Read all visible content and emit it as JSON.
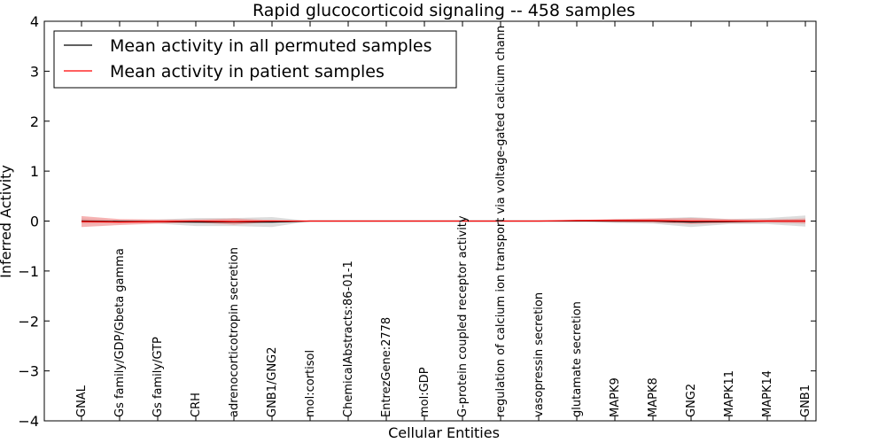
{
  "chart_data": {
    "type": "line",
    "title": "Rapid glucocorticoid signaling -- 458 samples",
    "xlabel": "Cellular Entities",
    "ylabel": "Inferred Activity",
    "ylim": [
      -4,
      4
    ],
    "yticks": [
      -4,
      -3,
      -2,
      -1,
      0,
      1,
      2,
      3,
      4
    ],
    "ytick_labels": [
      "−4",
      "−3",
      "−2",
      "−1",
      "0",
      "1",
      "2",
      "3",
      "4"
    ],
    "grid": false,
    "legend_position": "top-left",
    "categories": [
      "GNAL",
      "Gs family/GDP/Gbeta gamma",
      "Gs family/GTP",
      "CRH",
      "adrenocorticotropin secretion",
      "GNB1/GNG2",
      "mol:cortisol",
      "ChemicalAbstracts:86-01-1",
      "EntrezGene:2778",
      "mol:GDP",
      "G-protein coupled receptor activity",
      "regulation of calcium ion transport via voltage-gated calcium chann",
      "vasopressin secretion",
      "glutamate secretion",
      "MAPK9",
      "MAPK8",
      "GNG2",
      "MAPK11",
      "MAPK14",
      "GNB1"
    ],
    "series": [
      {
        "name": "Mean activity in all permuted samples",
        "color": "#000000",
        "band_color": "#bfbfbf",
        "values": [
          0,
          -0.01,
          -0.01,
          -0.02,
          -0.02,
          -0.02,
          0,
          0,
          0,
          0,
          0,
          0,
          0,
          0,
          0,
          0,
          -0.02,
          -0.01,
          0,
          0
        ],
        "band": [
          0.05,
          0.03,
          0.04,
          0.08,
          0.08,
          0.1,
          0,
          0,
          0,
          0,
          0,
          0,
          0,
          0,
          0.04,
          0.05,
          0.1,
          0.05,
          0.06,
          0.11
        ]
      },
      {
        "name": "Mean activity in patient samples",
        "color": "#ff0000",
        "band_color": "#f08080",
        "values": [
          -0.01,
          -0.02,
          -0.01,
          0,
          -0.01,
          0,
          0,
          0,
          0,
          0,
          0,
          0,
          0,
          0.01,
          0.01,
          0.01,
          0,
          0,
          0,
          0
        ],
        "band": [
          0.11,
          0.06,
          0.04,
          0.03,
          0.06,
          0.02,
          0,
          0,
          0,
          0,
          0,
          0,
          0,
          0.01,
          0.03,
          0.04,
          0.06,
          0.04,
          0.03,
          0.05
        ]
      }
    ]
  }
}
